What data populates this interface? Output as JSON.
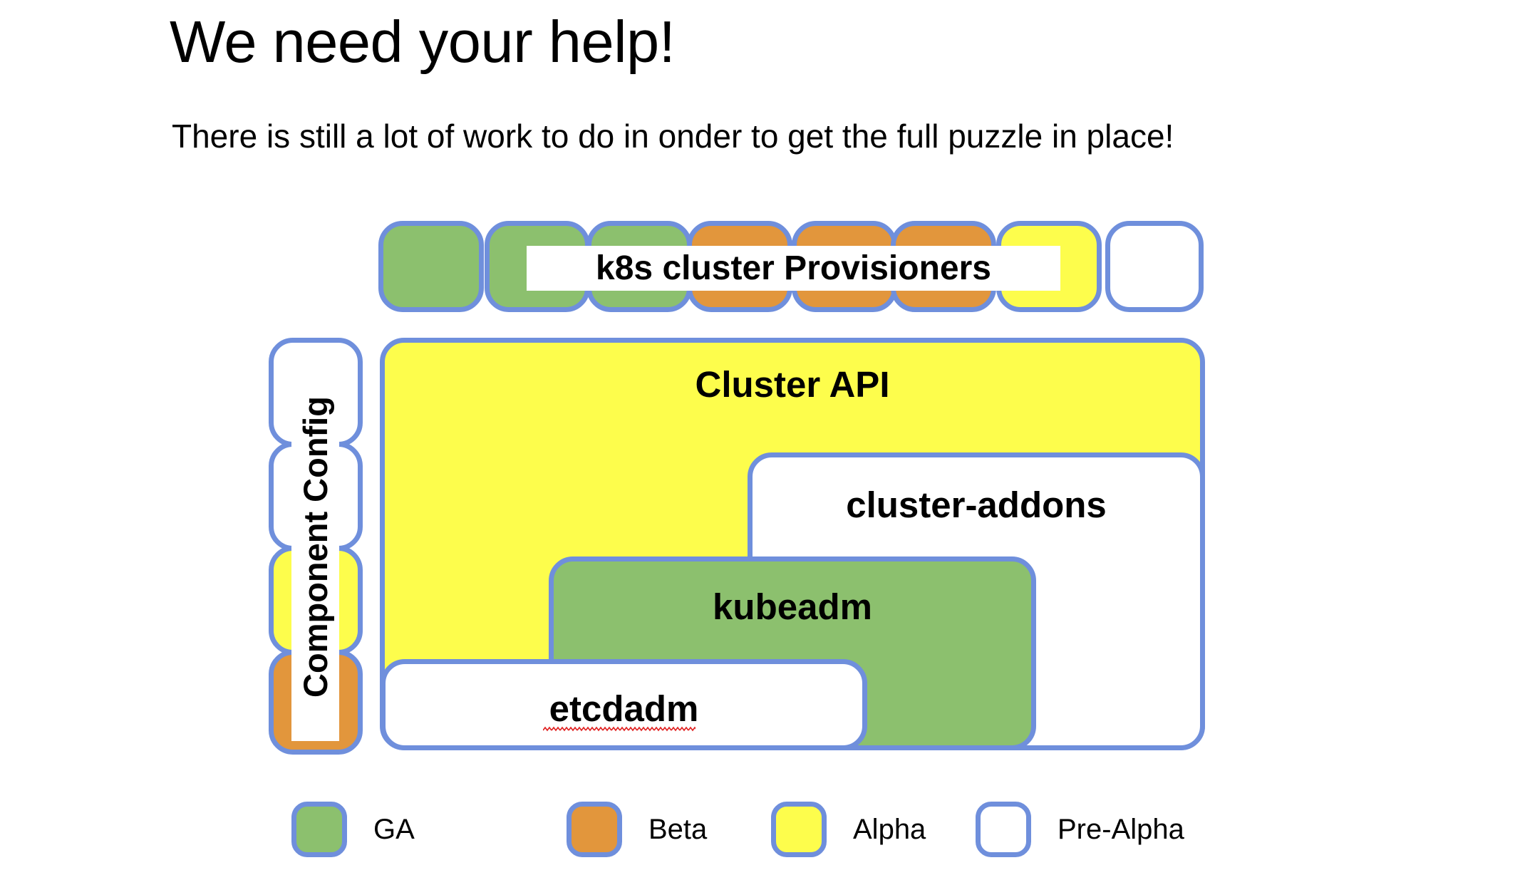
{
  "slide": {
    "title": "We need your help!",
    "subtitle": "There is still a lot of work to do in onder to get the full puzzle in place!"
  },
  "diagram": {
    "provisioners_row": {
      "label": "k8s cluster Provisioners",
      "boxes": [
        {
          "status": "GA",
          "color": "#8cc06e"
        },
        {
          "status": "GA",
          "color": "#8cc06e"
        },
        {
          "status": "GA",
          "color": "#8cc06e"
        },
        {
          "status": "Beta",
          "color": "#e2963c"
        },
        {
          "status": "Beta",
          "color": "#e2963c"
        },
        {
          "status": "Beta",
          "color": "#e2963c"
        },
        {
          "status": "Alpha",
          "color": "#fdfd4c"
        },
        {
          "status": "Pre-Alpha",
          "color": "#ffffff"
        }
      ]
    },
    "component_config": {
      "label": "Component Config",
      "boxes": [
        {
          "status": "Pre-Alpha",
          "color": "#ffffff"
        },
        {
          "status": "Pre-Alpha",
          "color": "#ffffff"
        },
        {
          "status": "Alpha",
          "color": "#fdfd4c"
        },
        {
          "status": "Beta",
          "color": "#e2963c"
        }
      ]
    },
    "nodes": [
      {
        "label": "Cluster API",
        "status": "Alpha",
        "color": "#fdfd4c"
      },
      {
        "label": "cluster-addons",
        "status": "Pre-Alpha",
        "color": "#ffffff"
      },
      {
        "label": "kubeadm",
        "status": "GA",
        "color": "#8cc06e"
      },
      {
        "label": "etcdadm",
        "status": "Pre-Alpha",
        "color": "#ffffff",
        "misspelled": true
      }
    ]
  },
  "legend": {
    "items": [
      {
        "label": "GA",
        "color": "#8cc06e"
      },
      {
        "label": "Beta",
        "color": "#e2963c"
      },
      {
        "label": "Alpha",
        "color": "#fdfd4c"
      },
      {
        "label": "Pre-Alpha",
        "color": "#ffffff"
      }
    ]
  },
  "colors": {
    "border": "#6f8fdc",
    "ga": "#8cc06e",
    "beta": "#e2963c",
    "alpha": "#fdfd4c",
    "prealpha": "#ffffff",
    "spellcheck": "#e02020",
    "background": "#ffffff",
    "text": "#000000"
  }
}
